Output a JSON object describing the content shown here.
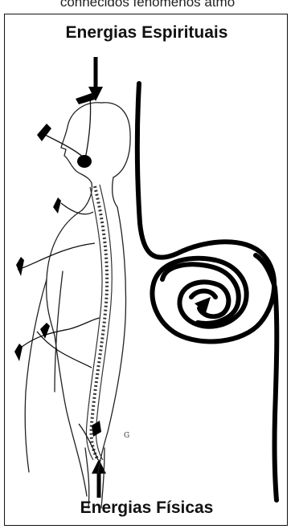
{
  "top_cut_text": "conhecidos fenômenos atmo",
  "diagram": {
    "label_top": "Energias Espirituais",
    "label_bottom": "Energias Físicas",
    "figure_mark": "G"
  }
}
